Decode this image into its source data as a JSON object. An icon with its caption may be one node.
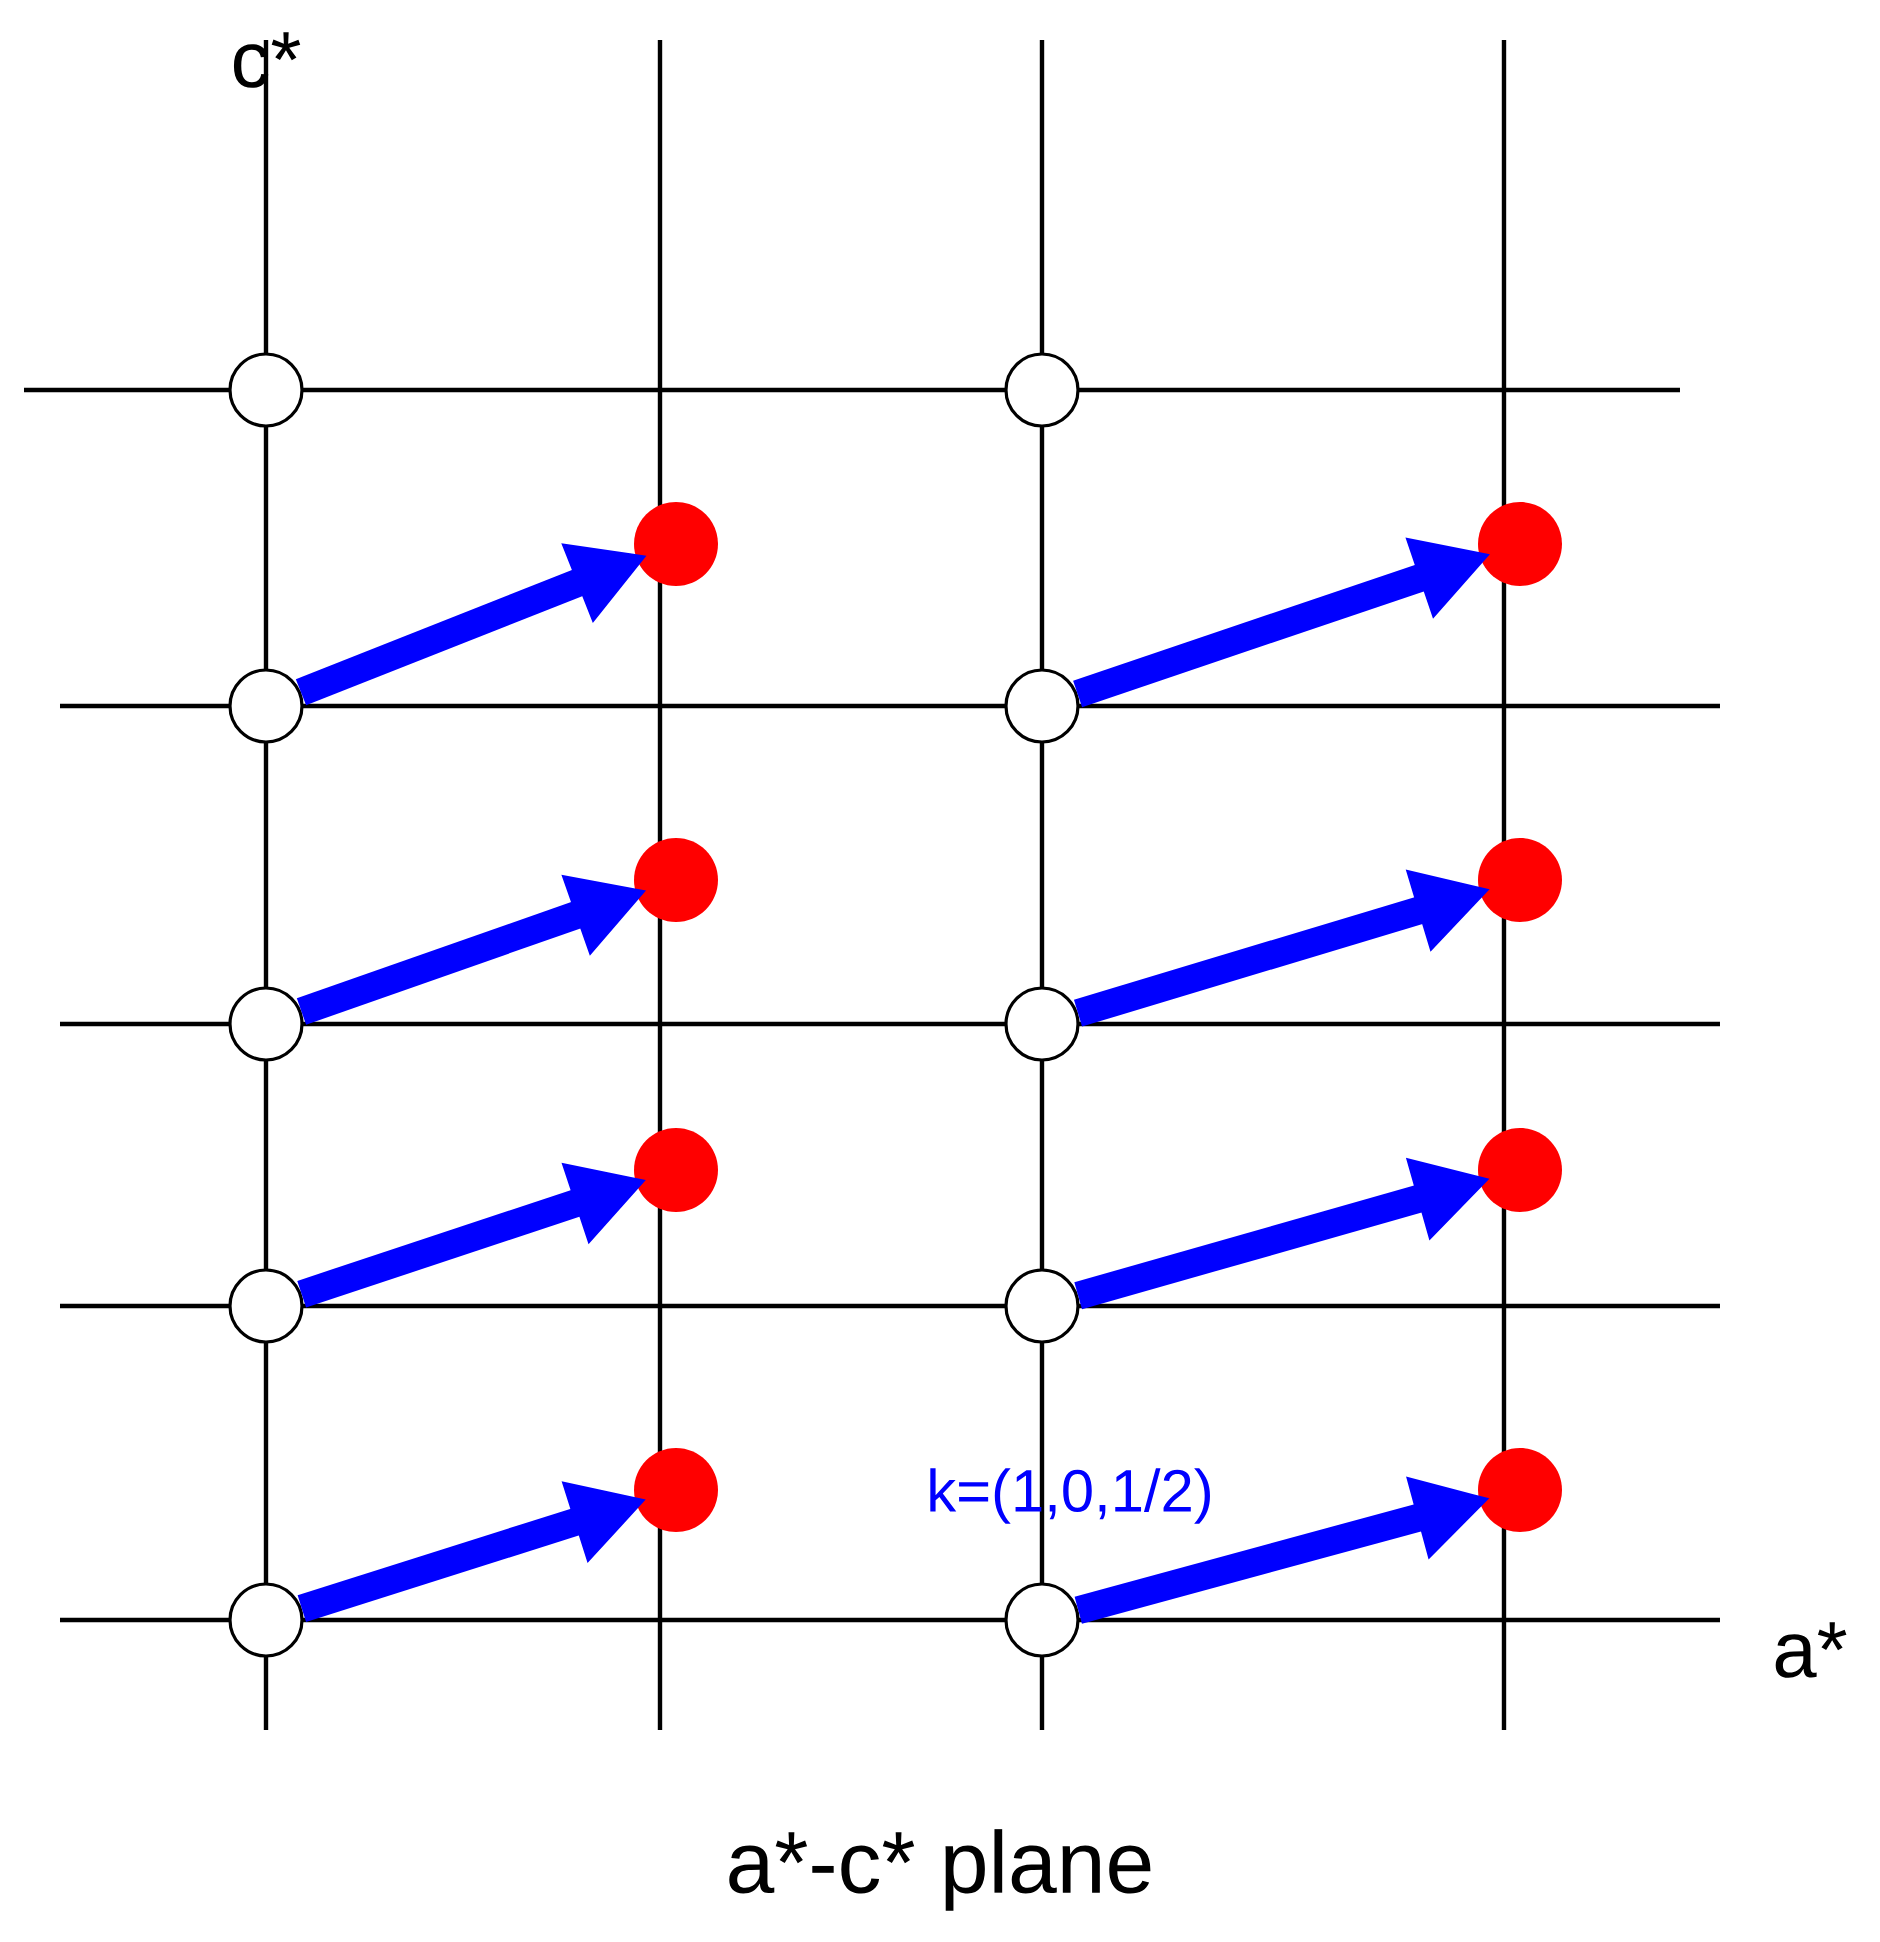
{
  "diagram": {
    "caption": "a*-c* plane",
    "nodes": [
      {
        "text": [],
        "shape": "circle"
      },
      {
        "text": [],
        "shape": "circle"
      },
      {
        "text": [],
        "shape": "dot"
      },
      {
        "text": [],
        "shape": "dot"
      },
      {
        "text": [],
        "shape": "circle"
      },
      {
        "text": [],
        "shape": "circle"
      },
      {
        "text": [],
        "shape": "dot"
      },
      {
        "text": [],
        "shape": "dot"
      },
      {
        "text": [],
        "shape": "circle"
      },
      {
        "text": [],
        "shape": "circle"
      },
      {
        "text": [],
        "shape": "dot"
      },
      {
        "text": [],
        "shape": "dot"
      },
      {
        "text": [],
        "shape": "circle"
      },
      {
        "text": [],
        "shape": "circle"
      },
      {
        "text": [],
        "shape": "dot"
      },
      {
        "text": [],
        "shape": "dot"
      },
      {
        "text": [],
        "shape": "circle"
      },
      {
        "text": [],
        "shape": "circle"
      }
    ],
    "edges": [
      {
        "from": 4,
        "to": 2,
        "arrow": "to"
      },
      {
        "from": 5,
        "to": 3,
        "arrow": "to"
      },
      {
        "from": 8,
        "to": 6,
        "arrow": "to"
      },
      {
        "from": 9,
        "to": 7,
        "arrow": "to"
      },
      {
        "from": 12,
        "to": 10,
        "arrow": "to"
      },
      {
        "from": 13,
        "to": 11,
        "arrow": "to"
      },
      {
        "from": 16,
        "to": 14,
        "arrow": "to"
      },
      {
        "from": 17,
        "to": 15,
        "arrow": "to"
      }
    ],
    "labels": [
      "c*",
      "k=(1,0,1/2)",
      "a*"
    ]
  }
}
